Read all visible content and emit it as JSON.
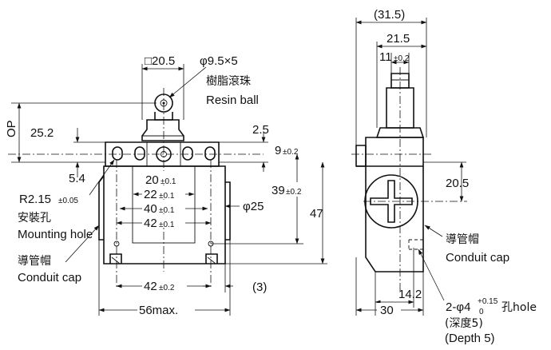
{
  "front_view": {
    "head_width": "□20.5",
    "roller_size": "φ9.5×5",
    "roller_material_cn": "樹脂滾珠",
    "roller_material_en": "Resin ball",
    "op_label": "OP",
    "op_value": "25.2",
    "dim_2_5": "2.5",
    "dim_9": "9",
    "dim_9_tol": "±0.2",
    "dim_5_4": "5.4",
    "radius": "R2.15",
    "radius_tol": "±0.05",
    "mounting_hole_cn": "安裝孔",
    "mounting_hole_en": "Mounting hole",
    "dim_20": "20",
    "dim_20_tol": "±0.1",
    "dim_22": "22",
    "dim_22_tol": "±0.1",
    "dim_40": "40",
    "dim_40_tol": "±0.1",
    "dim_42": "42",
    "dim_42_tol": "±0.1",
    "dim_39": "39",
    "dim_39_tol": "±0.2",
    "phi_25": "φ25",
    "dim_47": "47",
    "conduit_cap_cn": "導管帽",
    "conduit_cap_en": "Conduit cap",
    "bottom_42": "42",
    "bottom_42_tol": "±0.2",
    "bottom_3": "(3)",
    "overall_width": "56max."
  },
  "side_view": {
    "dim_31_5": "(31.5)",
    "dim_21_5": "21.5",
    "dim_11": "11",
    "dim_11_tol": "±0.2",
    "dim_20_5": "20.5",
    "conduit_cap_cn": "導管帽",
    "conduit_cap_en": "Conduit cap",
    "dim_14_2": "14.2",
    "dim_30": "30",
    "hole_prefix": "2-φ4",
    "hole_tol_upper": "+0.15",
    "hole_tol_lower": "0",
    "hole_suffix": "孔hole",
    "depth_cn": "(深度5)",
    "depth_en": "(Depth 5)"
  }
}
